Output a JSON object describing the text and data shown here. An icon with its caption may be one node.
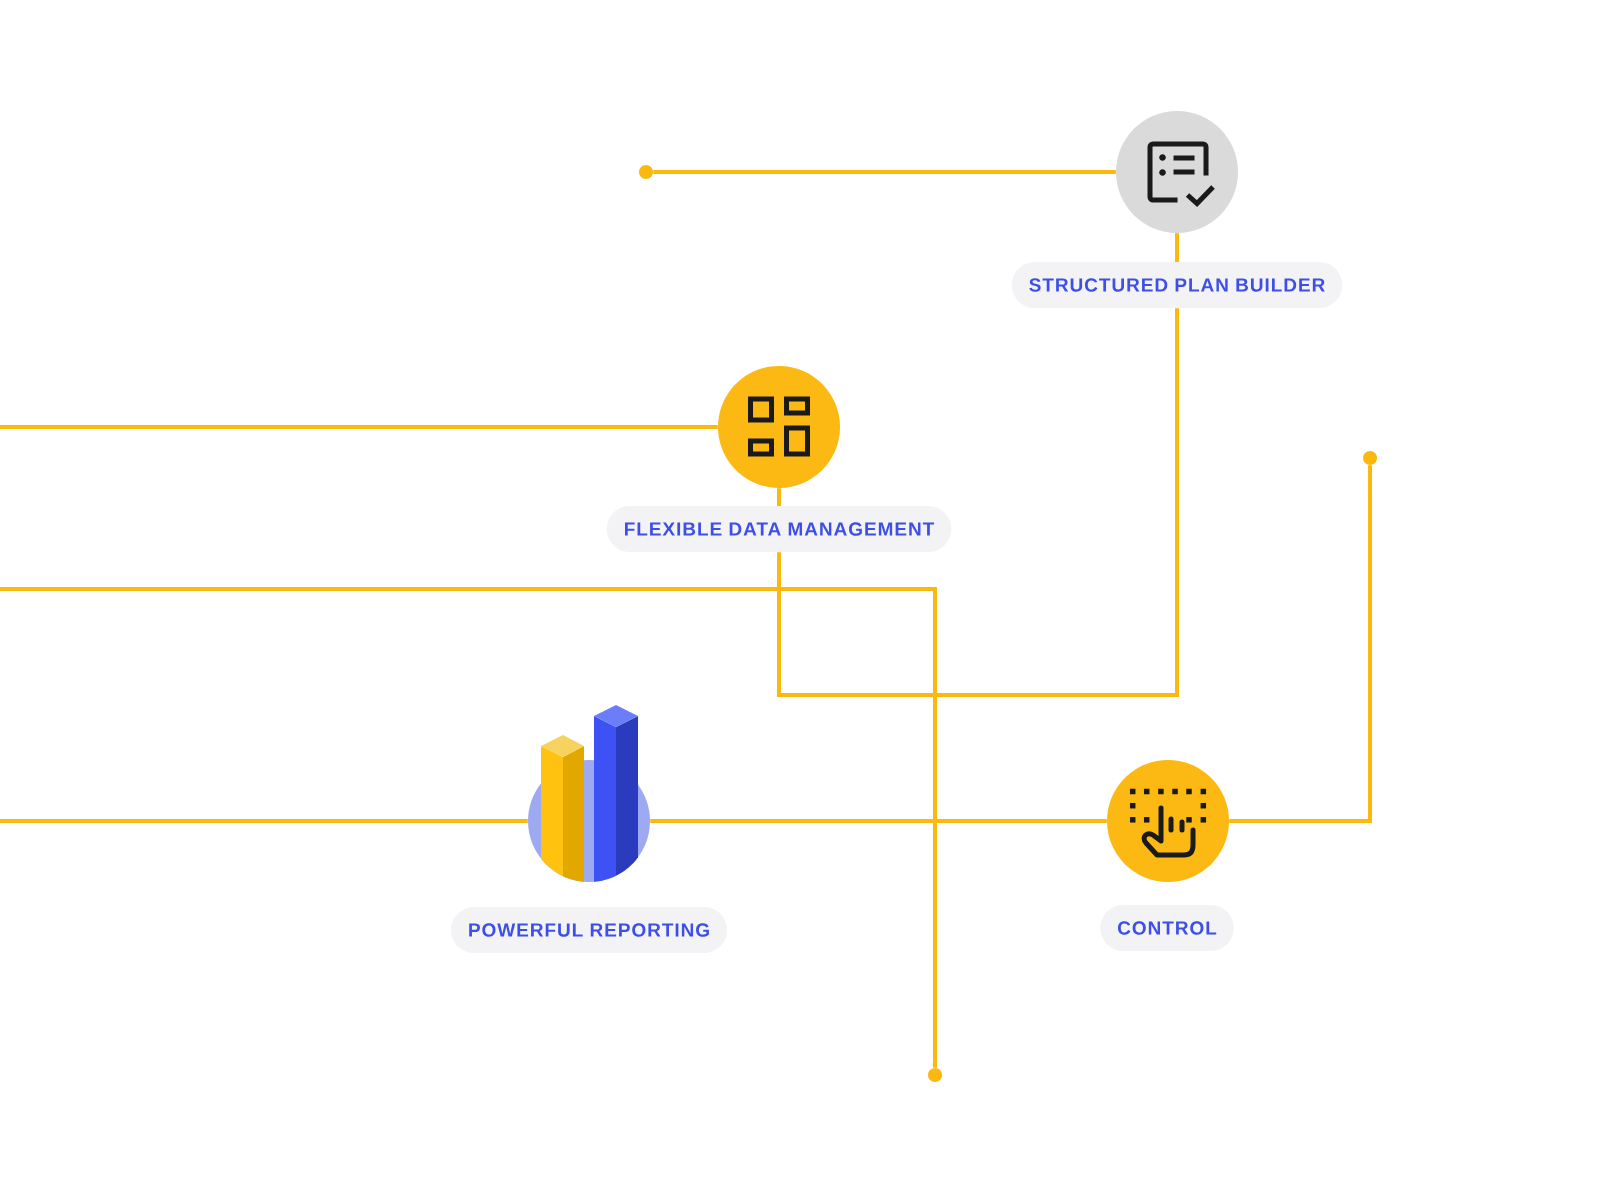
{
  "diagram": {
    "nodes": [
      {
        "text": [],
        "shape": "circle"
      },
      {
        "text": [
          "STRUCTURED PLAN BUILDER"
        ]
      },
      {
        "text": [
          "FLEXIBLE DATA MANAGEMENT"
        ]
      },
      {
        "text": [],
        "shape": "circle"
      },
      {
        "text": [
          "POWERFUL REPORTING"
        ]
      },
      {
        "text": [
          "CONTROL"
        ]
      },
      {
        "text": [],
        "shape": "circle"
      }
    ],
    "edges": [
      {
        "from": 0,
        "to": 1,
        "arrow": "none"
      },
      {
        "from": null,
        "to": 2,
        "arrow": "none"
      },
      {
        "from": 1,
        "to": 2,
        "arrow": "none"
      },
      {
        "from": null,
        "to": 4,
        "arrow": "none"
      },
      {
        "from": 4,
        "to": 5,
        "arrow": "none"
      },
      {
        "from": 5,
        "to": 3,
        "arrow": "none"
      },
      {
        "from": null,
        "to": 6,
        "arrow": "none"
      }
    ]
  }
}
